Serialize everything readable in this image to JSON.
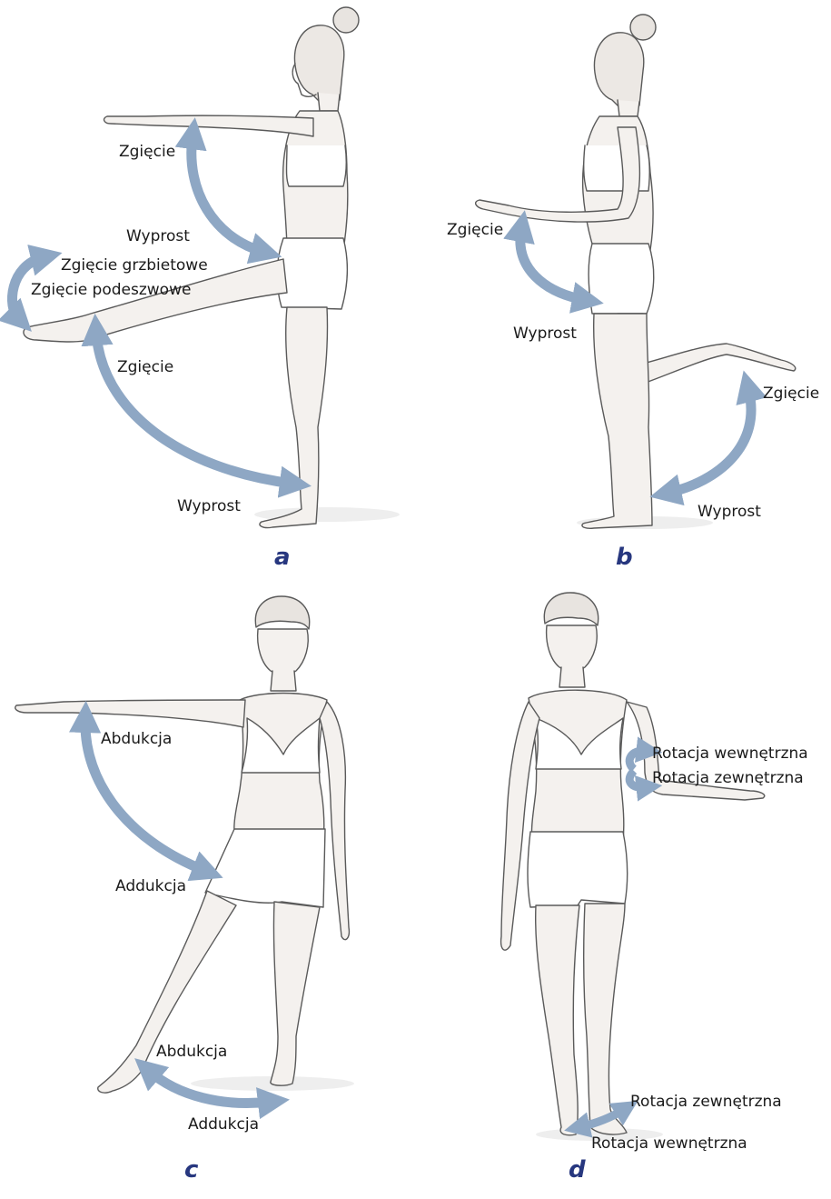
{
  "colors": {
    "arrow": "#8ea7c4",
    "arrow_light": "#c9d6e5",
    "panel_letter": "#27377f",
    "text": "#1a1a1a",
    "figure_line": "#5a5a5a",
    "skin": "#f4f1ee"
  },
  "panels": {
    "a": {
      "letter": "a",
      "labels": {
        "arm_flexion": "Zgięcie",
        "arm_extension": "Wyprost",
        "ankle_dorsiflexion": "Zgięcie grzbietowe",
        "ankle_plantarflexion": "Zgięcie podeszwowe",
        "hip_flexion": "Zgięcie",
        "hip_extension": "Wyprost"
      }
    },
    "b": {
      "letter": "b",
      "labels": {
        "arm_flexion": "Zgięcie",
        "arm_extension": "Wyprost",
        "knee_flexion": "Zgięcie",
        "knee_extension": "Wyprost"
      }
    },
    "c": {
      "letter": "c",
      "labels": {
        "arm_abduction": "Abdukcja",
        "arm_adduction": "Addukcja",
        "leg_abduction": "Abdukcja",
        "leg_adduction": "Addukcja"
      }
    },
    "d": {
      "letter": "d",
      "labels": {
        "arm_internal_rotation": "Rotacja wewnętrzna",
        "arm_external_rotation": "Rotacja zewnętrzna",
        "foot_external_rotation": "Rotacja zewnętrzna",
        "foot_internal_rotation": "Rotacja wewnętrzna"
      }
    }
  }
}
